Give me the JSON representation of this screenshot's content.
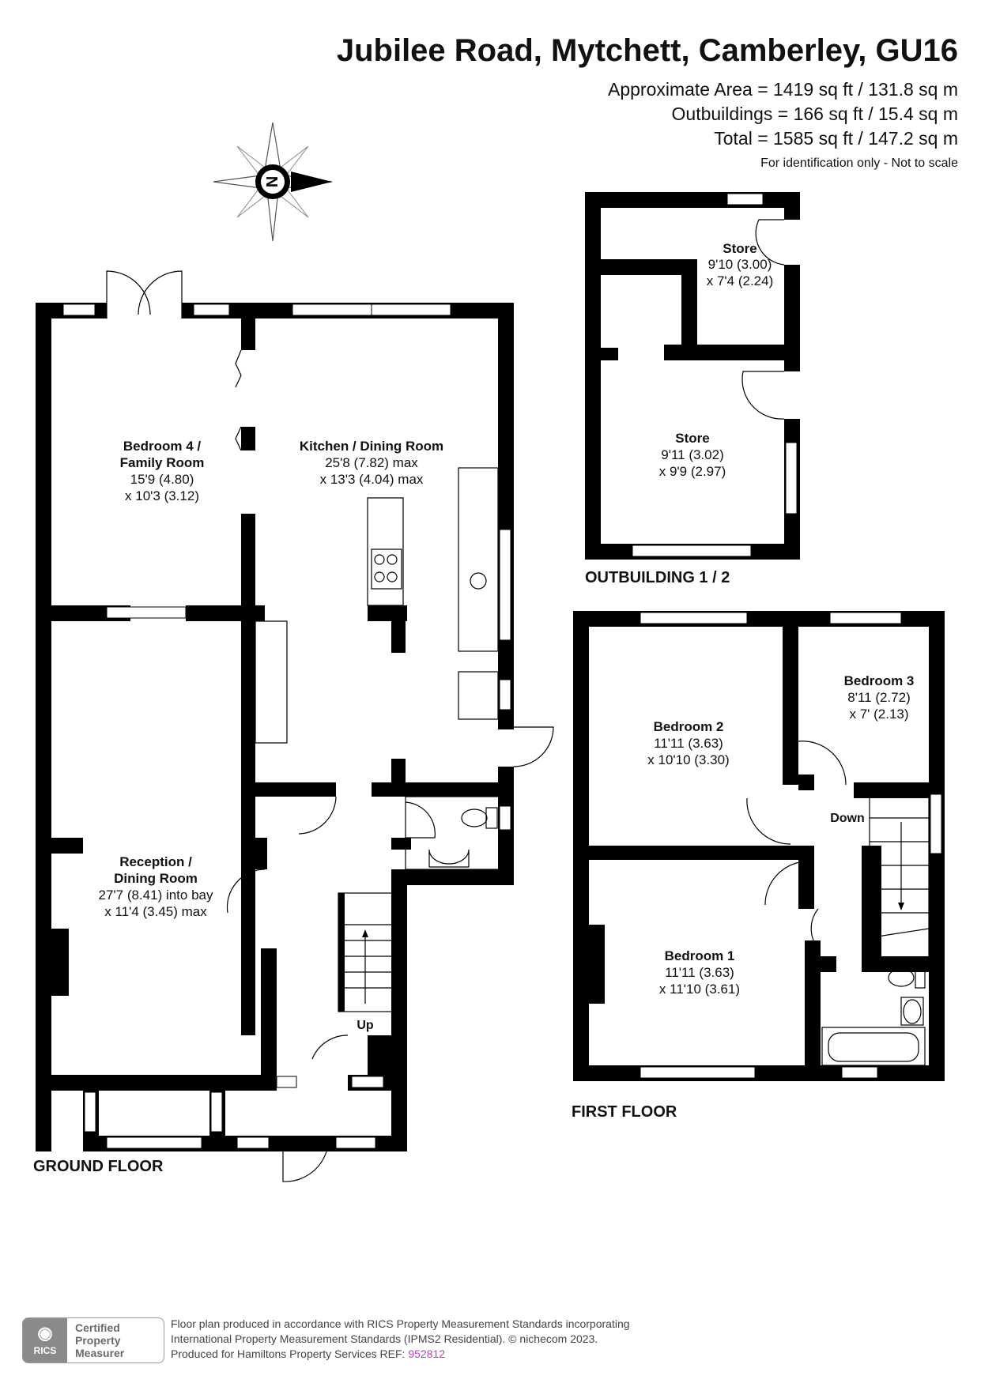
{
  "header": {
    "title": "Jubilee Road, Mytchett, Camberley, GU16",
    "approx_area": "Approximate Area = 1419 sq ft / 131.8 sq m",
    "outbuildings": "Outbuildings = 166 sq ft / 15.4 sq m",
    "total": "Total = 1585 sq ft / 147.2 sq m",
    "disclaimer": "For identification only - Not to scale"
  },
  "compass": {
    "label": "N",
    "icon": "compass-rose-icon"
  },
  "ground_floor": {
    "label": "GROUND FLOOR",
    "bedroom4": {
      "name1": "Bedroom 4 /",
      "name2": "Family Room",
      "dim1": "15'9 (4.80)",
      "dim2": "x 10'3 (3.12)"
    },
    "kitchen": {
      "name": "Kitchen / Dining Room",
      "dim1": "25'8 (7.82) max",
      "dim2": "x 13'3 (4.04) max"
    },
    "reception": {
      "name1": "Reception /",
      "name2": "Dining Room",
      "dim1": "27'7 (8.41) into bay",
      "dim2": "x 11'4 (3.45) max"
    },
    "stairs_label": "Up"
  },
  "outbuilding": {
    "label": "OUTBUILDING 1 / 2",
    "store_small": {
      "name": "Store",
      "dim1": "9'10 (3.00)",
      "dim2": "x 7'4 (2.24)"
    },
    "store_large": {
      "name": "Store",
      "dim1": "9'11 (3.02)",
      "dim2": "x 9'9 (2.97)"
    }
  },
  "first_floor": {
    "label": "FIRST FLOOR",
    "bedroom2": {
      "name": "Bedroom 2",
      "dim1": "11'11 (3.63)",
      "dim2": "x 10'10 (3.30)"
    },
    "bedroom3": {
      "name": "Bedroom 3",
      "dim1": "8'11 (2.72)",
      "dim2": "x 7' (2.13)"
    },
    "bedroom1": {
      "name": "Bedroom 1",
      "dim1": "11'11 (3.63)",
      "dim2": "x 11'10 (3.61)"
    },
    "stairs_label": "Down"
  },
  "footer": {
    "line1": "Floor plan produced in accordance with RICS Property Measurement Standards incorporating",
    "line2": "International Property Measurement Standards (IPMS2 Residential).   © nichecom 2023.",
    "line3_prefix": "Produced for Hamiltons Property Services    REF: ",
    "ref": "952812",
    "badge_org": "RICS",
    "badge_line1": "Certified",
    "badge_line2": "Property",
    "badge_line3": "Measurer"
  }
}
